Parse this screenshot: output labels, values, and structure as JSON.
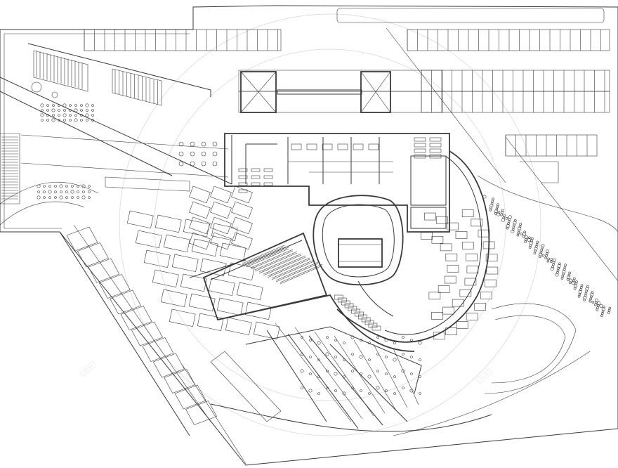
{
  "drawing": {
    "type": "architectural site and ground floor plan",
    "style": "black line drawing on white",
    "background_color": "#ffffff",
    "line_color": "#3a3a3a",
    "faint_line_color": "#b9b9b9"
  },
  "watermark": {
    "text_lines": [
      "知未来",
      "知未来",
      "知未来",
      "知未来",
      "知未来"
    ],
    "rendered_as_picture": true
  }
}
